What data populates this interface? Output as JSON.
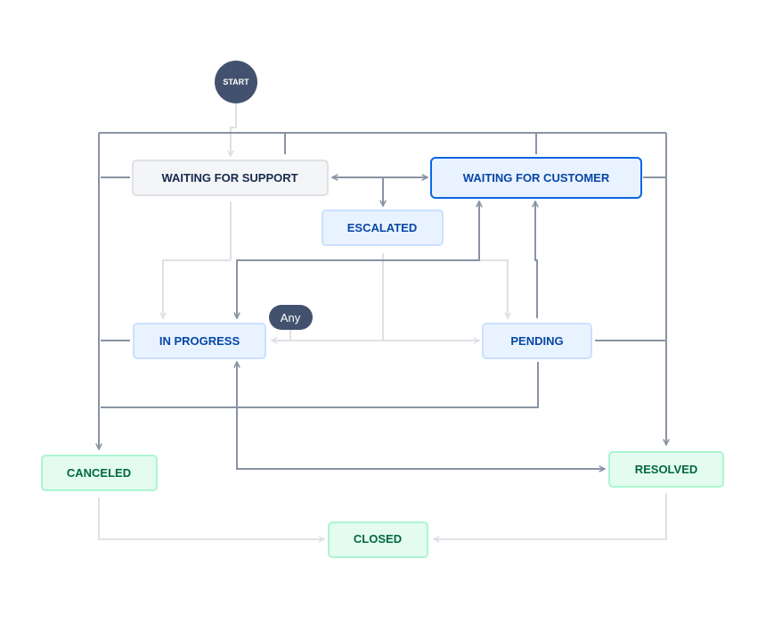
{
  "colors": {
    "active_line": "#8993a4",
    "inactive_line": "#dfe1e6",
    "start_fill": "#42526e",
    "todo_fill": "#f4f5f7",
    "todo_border": "#dfe1e6",
    "todo_text": "#172b4d",
    "progress_fill": "#e9f2ff",
    "progress_border": "#cce0ff",
    "progress_text": "#0747a6",
    "selected_border": "#0c66e4",
    "done_fill": "#e3fcef",
    "done_border": "#abf5d1",
    "done_text": "#006644",
    "any_fill": "#42526e",
    "white": "#ffffff"
  },
  "start": {
    "label": "START"
  },
  "any": {
    "label": "Any"
  },
  "statuses": {
    "waiting_for_support": "WAITING FOR SUPPORT",
    "waiting_for_customer": "WAITING FOR CUSTOMER",
    "escalated": "ESCALATED",
    "in_progress": "IN PROGRESS",
    "pending": "PENDING",
    "canceled": "CANCELED",
    "resolved": "RESOLVED",
    "closed": "CLOSED"
  },
  "selected_status": "WAITING FOR CUSTOMER"
}
